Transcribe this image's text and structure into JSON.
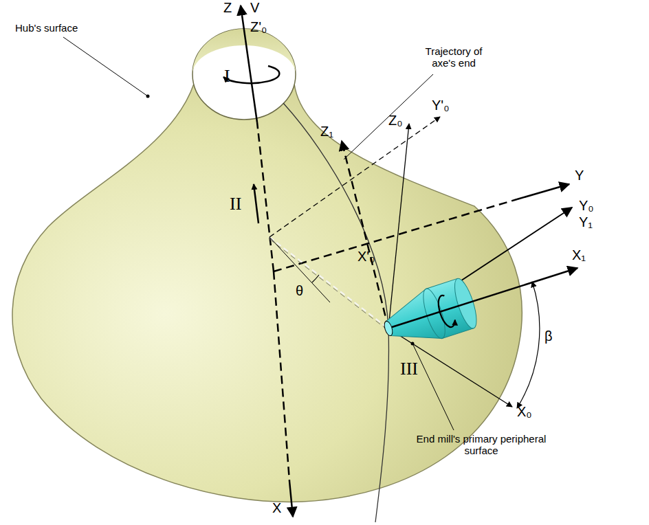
{
  "diagram": {
    "labels": [
      "Z",
      "V",
      "Z'₀",
      "Hub's surface",
      "Trajectory of axe's end",
      "Y'₀",
      "I",
      "II",
      "Z₁",
      "Z₀",
      "Y",
      "Y₀",
      "Y₁",
      "X'₀",
      "θ",
      "X₁",
      "III",
      "β",
      "X₀",
      "End mill's primary peripheral surface",
      "X"
    ]
  }
}
